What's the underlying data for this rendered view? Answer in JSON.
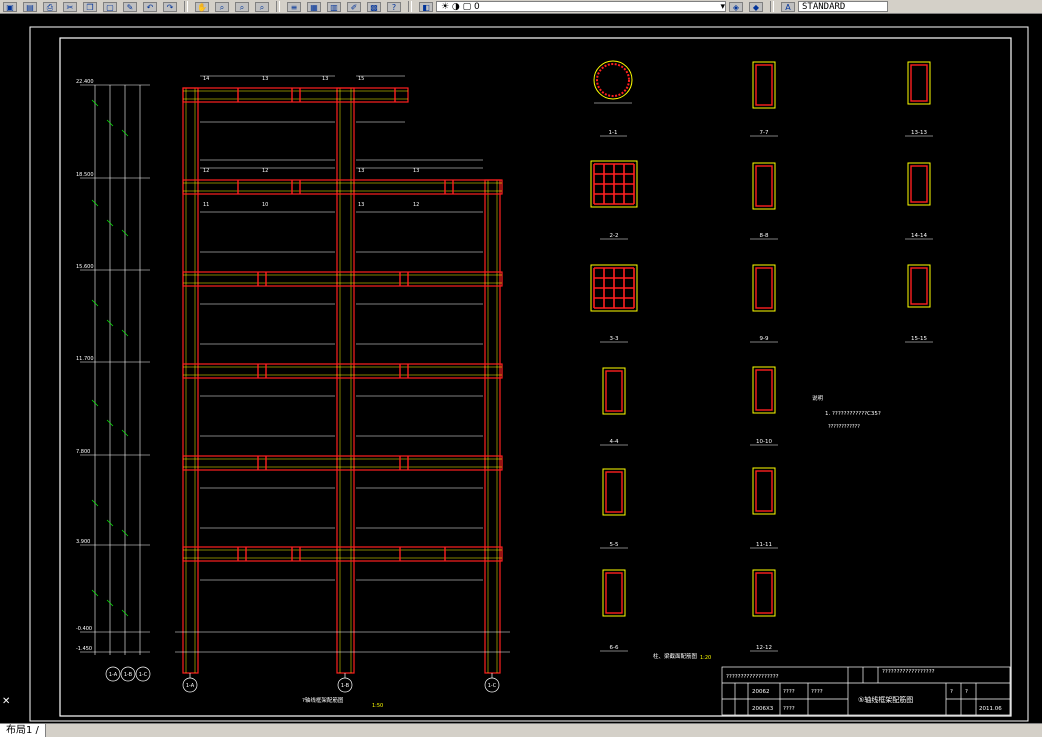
{
  "toolbar": {
    "layer_value": "0",
    "text_style": "STANDARD",
    "icons": [
      "save-icon",
      "open-icon",
      "print-icon",
      "cut-icon",
      "copy-icon",
      "paste-icon",
      "match-prop-icon",
      "undo-icon",
      "redo-icon",
      "pan-icon",
      "zoom-realtime-icon",
      "zoom-window-icon",
      "zoom-previous-icon",
      "properties-icon",
      "design-center-icon",
      "tool-palette-icon",
      "markup-icon",
      "calculator-icon",
      "help-icon"
    ]
  },
  "drawing": {
    "elevation_title": "?轴线框架配筋图",
    "elevation_scale": "1:50",
    "section_title": "柱、梁截面配筋图",
    "section_scale": "1:20",
    "level_labels": [
      "22.400",
      "18.500",
      "15.600",
      "11.700",
      "7.800",
      "3.900",
      "-0.400",
      "-1.450"
    ],
    "column_tags": [
      "1-A",
      "1-B",
      "1-C"
    ],
    "bottom_axes": [
      "1-A",
      "1-B",
      "1-C"
    ],
    "sections": [
      "1-1",
      "2-2",
      "3-3",
      "4-4",
      "5-5",
      "6-6",
      "7-7",
      "8-8",
      "9-9",
      "10-10",
      "11-11",
      "12-12",
      "13-13",
      "14-14",
      "15-15"
    ],
    "beam_marks": [
      "14",
      "13",
      "13",
      "15",
      "12",
      "12",
      "13",
      "13",
      "11",
      "10",
      "13",
      "12"
    ],
    "notes_heading": "说明",
    "notes_line1": "1. ????????????C35?",
    "notes_line2": "????????????"
  },
  "title_block": {
    "school": "??????????????????",
    "row2_a": "20062",
    "row2_b": "????",
    "row2_c": "????",
    "row3_a": "2006X3",
    "row3_b": "????",
    "drawing_name": "⑤轴线框架配筋图",
    "right_top": "??????????????????",
    "sheet_a": "?",
    "sheet_b": "?",
    "date": "2011.06"
  },
  "status": {
    "layout_tab": "布局1"
  },
  "colors": {
    "red": "#ff2020",
    "yellow": "#ffff00",
    "white": "#ffffff",
    "green": "#00ff00",
    "cyan": "#00ffff"
  }
}
